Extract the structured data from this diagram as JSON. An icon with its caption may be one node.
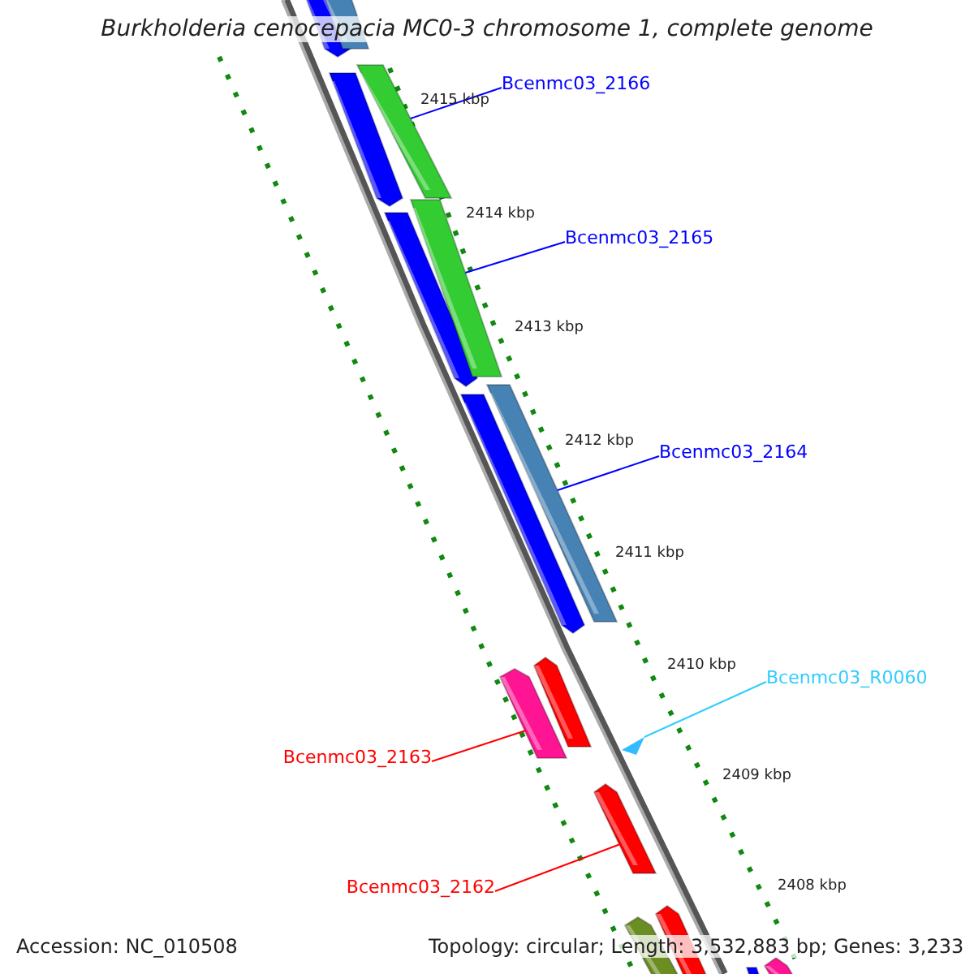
{
  "diagram": {
    "title": "Burkholderia cenocepacia MC0-3 chromosome 1, complete genome",
    "nodes": [
      {
        "text": [
          "Bcenmc03_2166"
        ]
      },
      {
        "text": [],
        "shape": "bar"
      },
      {
        "text": [
          "Bcenmc03_2165"
        ]
      },
      {
        "text": [],
        "shape": "bar"
      },
      {
        "text": [
          "Bcenmc03_2164"
        ]
      },
      {
        "text": [],
        "shape": "bar"
      },
      {
        "text": [
          "Bcenmc03_R0060"
        ]
      },
      {
        "text": [],
        "shape": "triangle"
      },
      {
        "text": [
          "Bcenmc03_2163"
        ]
      },
      {
        "text": [],
        "shape": "bar"
      },
      {
        "text": [
          "Bcenmc03_2162"
        ]
      },
      {
        "text": [],
        "shape": "bar"
      }
    ],
    "edges": [
      {
        "from": 0,
        "to": 1,
        "arrow": "none"
      },
      {
        "from": 2,
        "to": 3,
        "arrow": "none"
      },
      {
        "from": 4,
        "to": 5,
        "arrow": "none"
      },
      {
        "from": 6,
        "to": 7,
        "arrow": "none",
        "color": "#33ccff"
      },
      {
        "from": 8,
        "to": 9,
        "arrow": "none",
        "color": "#ff0000"
      },
      {
        "from": 10,
        "to": 11,
        "arrow": "none",
        "color": "#ff0000"
      }
    ],
    "labels": [
      "2415 kbp",
      "2414 kbp",
      "2413 kbp",
      "2412 kbp",
      "2411 kbp",
      "2410 kbp",
      "2409 kbp",
      "2408 kbp",
      "Accession: NC_010508",
      "Topology: circular; Length: 3,532,883 bp; Genes: 3,233"
    ]
  }
}
